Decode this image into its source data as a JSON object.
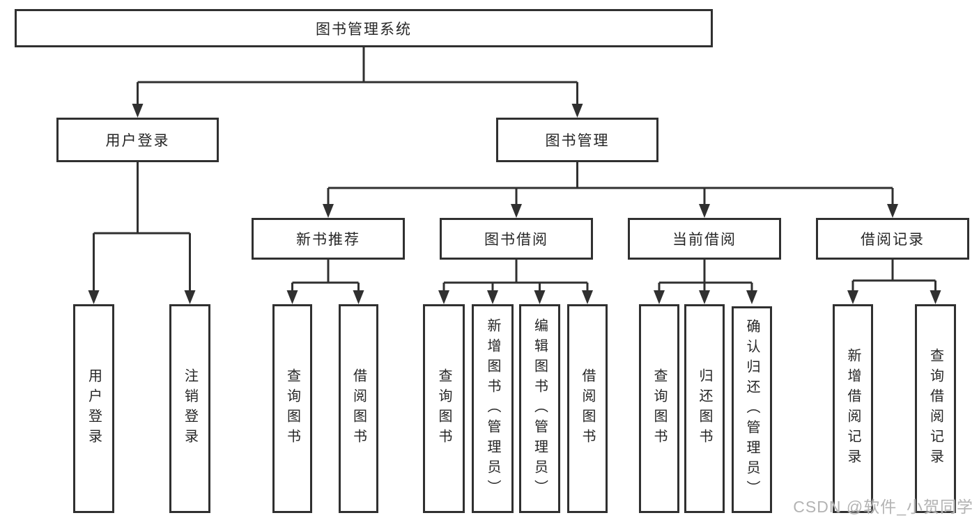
{
  "page": {
    "background": "#ffffff",
    "line_color": "#303030",
    "text_color": "#262626"
  },
  "watermark": {
    "text": "CSDN @软件_小贺同学",
    "color": "#b3b3b3"
  },
  "tree": {
    "root": {
      "label": "图书管理系统"
    },
    "branches": [
      {
        "label": "用户登录",
        "children": [
          {
            "label": "用户登录"
          },
          {
            "label": "注销登录"
          }
        ]
      },
      {
        "label": "图书管理",
        "sections": [
          {
            "label": "新书推荐",
            "children": [
              {
                "label": "查询图书"
              },
              {
                "label": "借阅图书"
              }
            ]
          },
          {
            "label": "图书借阅",
            "children": [
              {
                "label": "查询图书"
              },
              {
                "label": "新增图书（管理员）"
              },
              {
                "label": "编辑图书（管理员）"
              },
              {
                "label": "借阅图书"
              }
            ]
          },
          {
            "label": "当前借阅",
            "children": [
              {
                "label": "查询图书"
              },
              {
                "label": "归还图书"
              },
              {
                "label": "确认归还（管理员）"
              }
            ]
          },
          {
            "label": "借阅记录",
            "children": [
              {
                "label": "新增借阅记录"
              },
              {
                "label": "查询借阅记录"
              }
            ]
          }
        ]
      }
    ]
  }
}
